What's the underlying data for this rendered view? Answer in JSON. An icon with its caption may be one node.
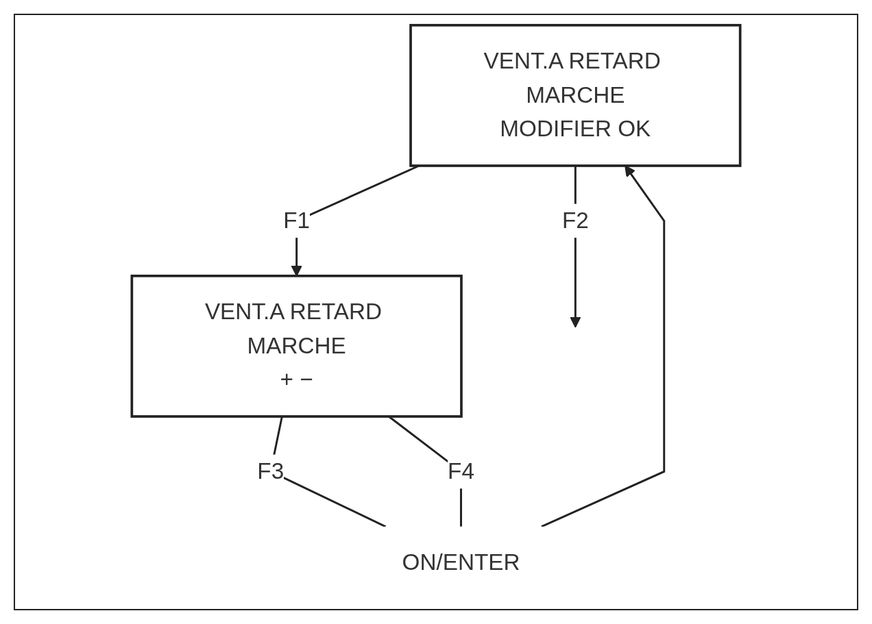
{
  "diagram": {
    "nodes": [
      {
        "text": [
          "VENT.A RETARD MARCHE",
          "MODIFIER OK"
        ]
      },
      {
        "text": [
          "VENT.A RETARD MARCHE",
          "+ −"
        ]
      },
      {
        "text": [
          "ON/ENTER"
        ]
      }
    ],
    "edges": [
      {
        "from": 0,
        "to": 1,
        "label": "F1",
        "arrow": "to"
      },
      {
        "from": 0,
        "to": null,
        "label": "F2",
        "arrow": "to"
      },
      {
        "from": 1,
        "to": 2,
        "label": "F3",
        "arrow": "none"
      },
      {
        "from": 1,
        "to": 2,
        "label": "F4",
        "arrow": "none"
      },
      {
        "from": 2,
        "to": 0,
        "arrow": "to"
      }
    ]
  }
}
